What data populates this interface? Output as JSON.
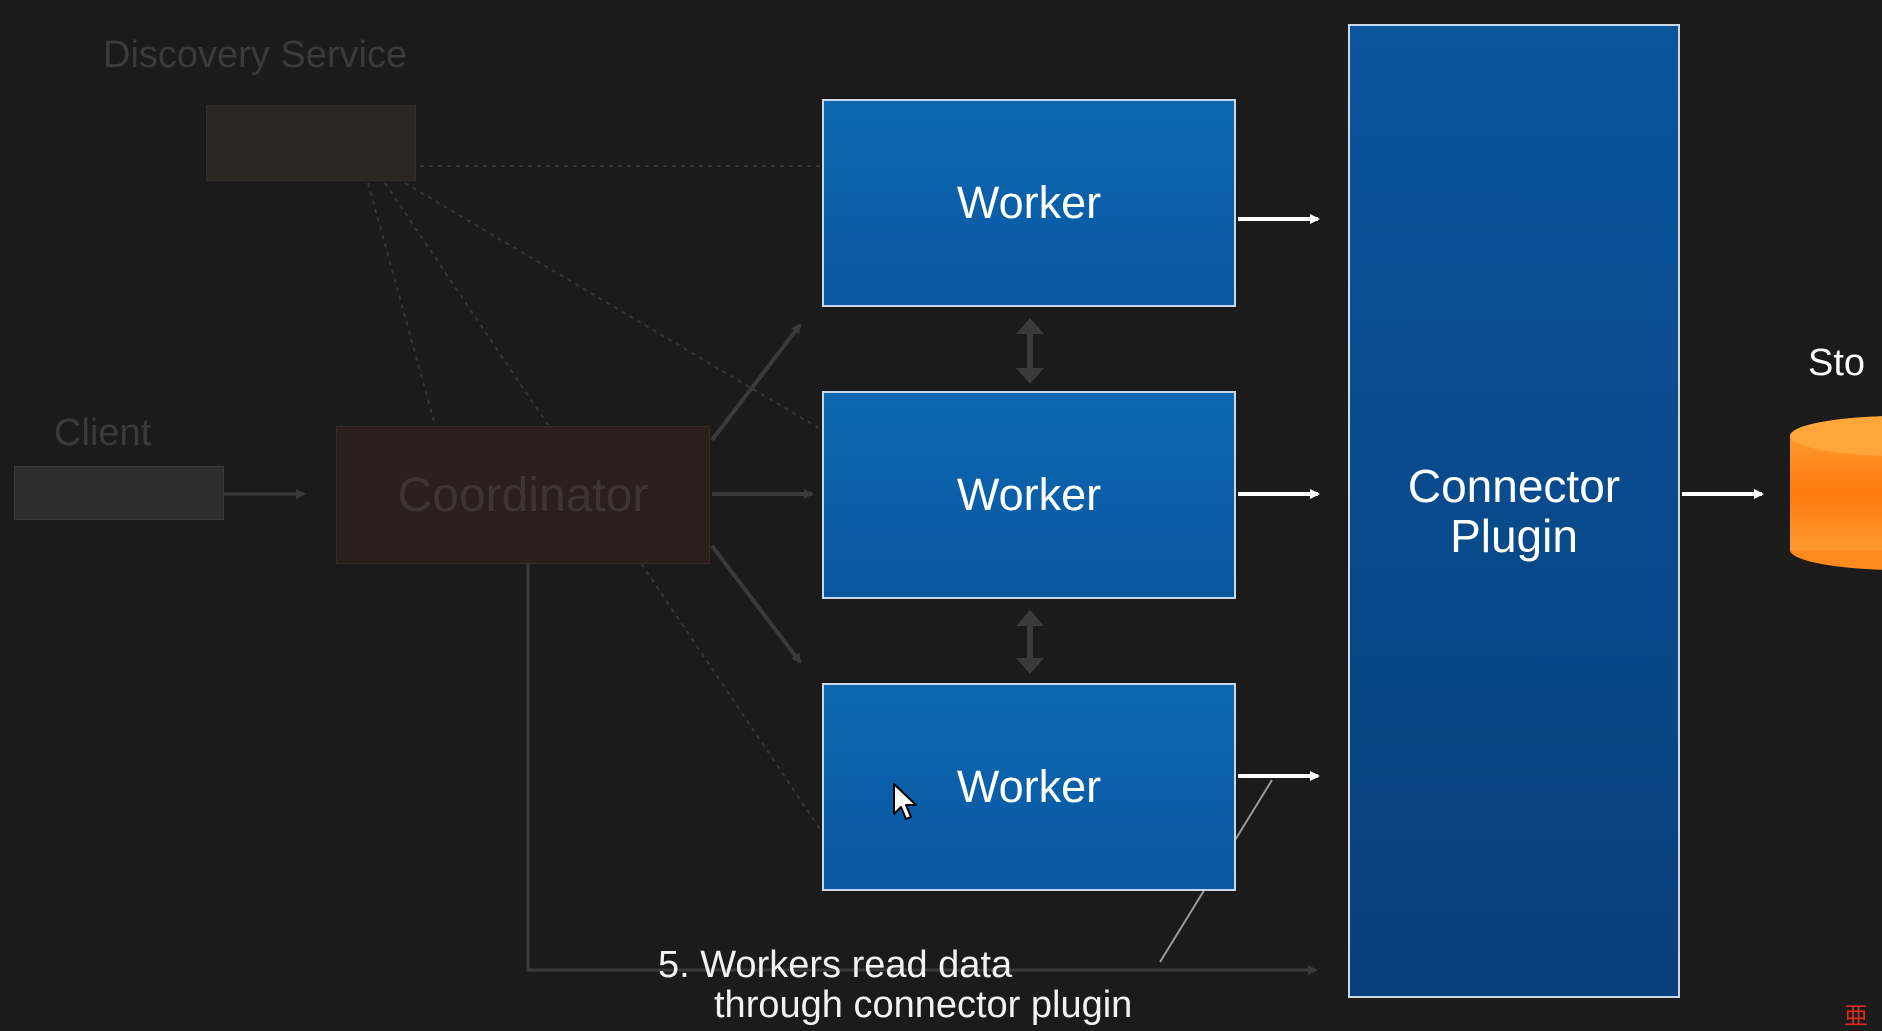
{
  "labels": {
    "discovery_service": "Discovery Service",
    "client": "Client",
    "coordinator": "Coordinator",
    "workers": [
      "Worker",
      "Worker",
      "Worker"
    ],
    "connector_plugin_line1": "Connector",
    "connector_plugin_line2": "Plugin",
    "storage_partial": "Sto",
    "caption_line1": "5. Workers read data",
    "caption_line2": "through connector plugin",
    "corner_mark": "亜"
  },
  "colors": {
    "background": "#1b1b1b",
    "worker_fill": "#0d67b1",
    "plugin_fill": "#07407c",
    "storage_fill": "#ff8a1f",
    "arrow_active": "#ffffff",
    "arrow_dim": "#3a3a3a"
  }
}
